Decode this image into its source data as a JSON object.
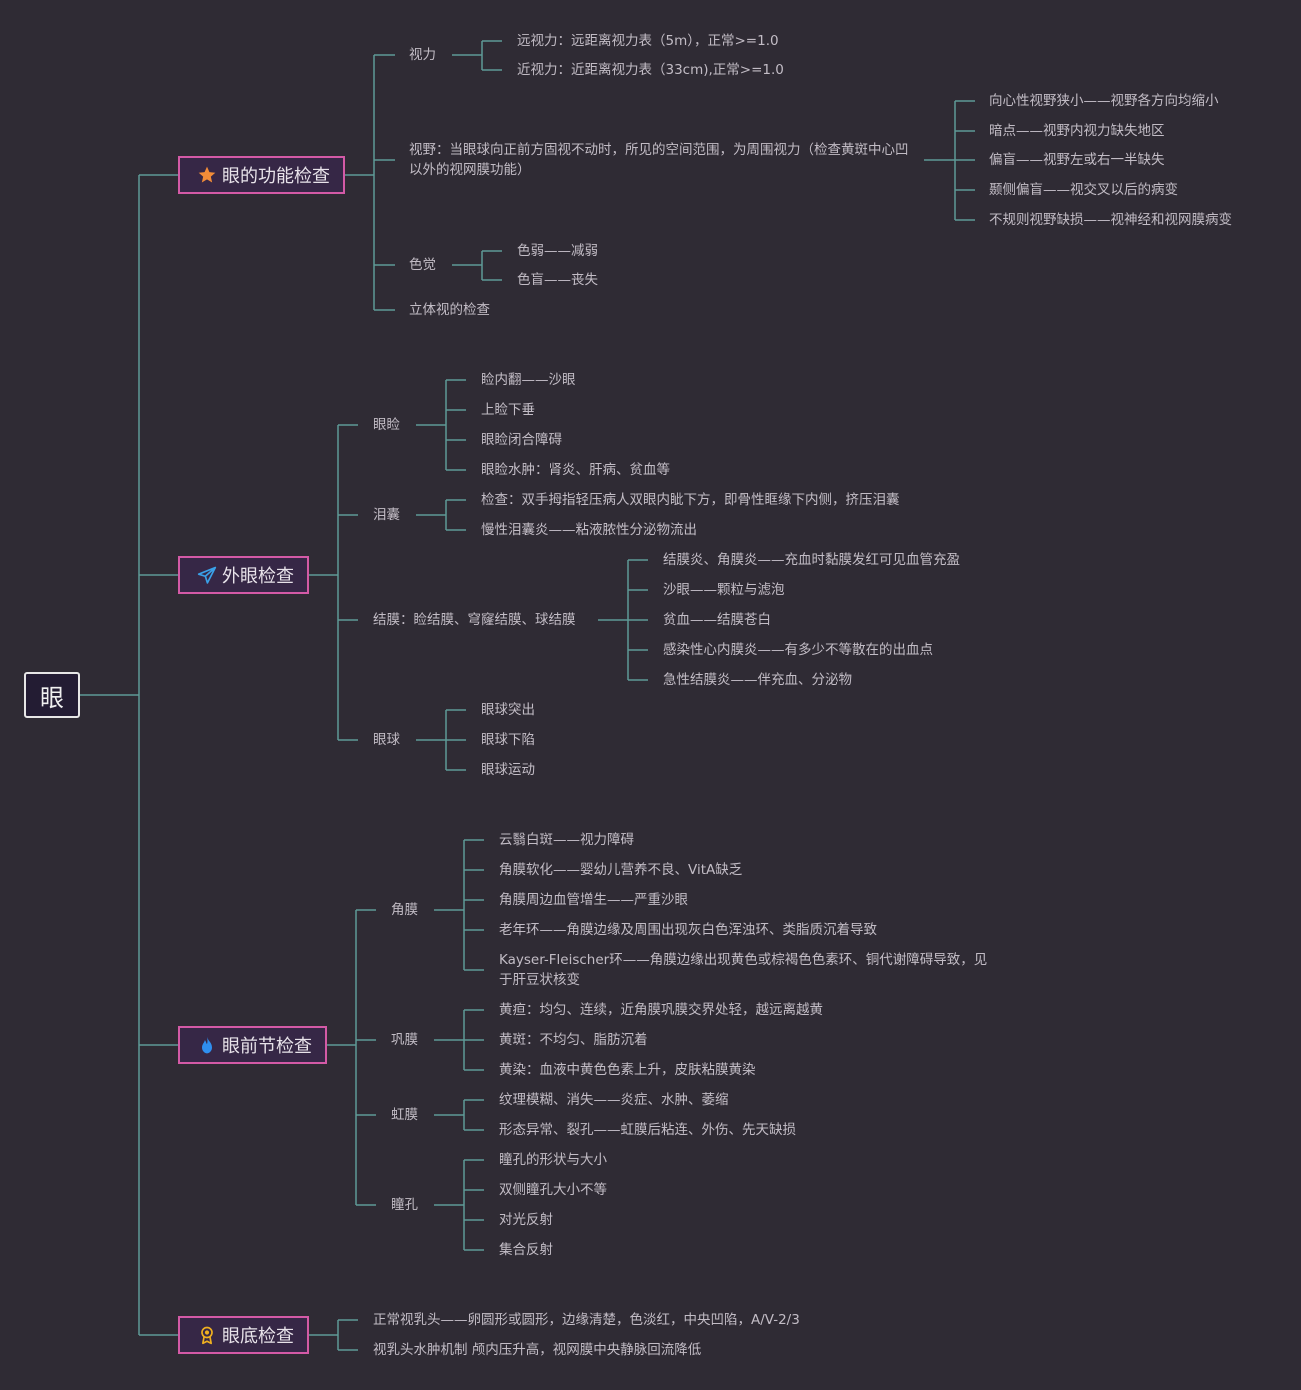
{
  "root": "眼",
  "branches": [
    {
      "label": "眼的功能检查",
      "icon": "star-icon",
      "icon_color": "#f28c38",
      "groups": [
        {
          "label": "视力",
          "children": [
            "远视力：远距离视力表（5m），正常>=1.0",
            "近视力：近距离视力表（33cm),正常>=1.0"
          ]
        },
        {
          "label": "视野：当眼球向正前方固视不动时，所见的空间范围，为周围视力（检查黄斑中心凹以外的视网膜功能）",
          "children": [
            "向心性视野狭小——视野各方向均缩小",
            "暗点——视野内视力缺失地区",
            "偏盲——视野左或右一半缺失",
            "颞侧偏盲——视交叉以后的病变",
            "不规则视野缺损——视神经和视网膜病变"
          ]
        },
        {
          "label": "色觉",
          "children": [
            "色弱——减弱",
            "色盲——丧失"
          ]
        },
        {
          "label": "立体视的检查",
          "children": []
        }
      ]
    },
    {
      "label": "外眼检查",
      "icon": "paper-plane-icon",
      "icon_color": "#3aa0e8",
      "groups": [
        {
          "label": "眼睑",
          "children": [
            "睑内翻——沙眼",
            "上睑下垂",
            "眼睑闭合障碍",
            "眼睑水肿：肾炎、肝病、贫血等"
          ]
        },
        {
          "label": "泪囊",
          "children": [
            "检查：双手拇指轻压病人双眼内眦下方，即骨性眶缘下内侧，挤压泪囊",
            "慢性泪囊炎——粘液脓性分泌物流出"
          ]
        },
        {
          "label": "结膜：睑结膜、穹窿结膜、球结膜",
          "children": [
            "结膜炎、角膜炎——充血时黏膜发红可见血管充盈",
            "沙眼——颗粒与滤泡",
            "贫血——结膜苍白",
            "感染性心内膜炎——有多少不等散在的出血点",
            "急性结膜炎——伴充血、分泌物"
          ]
        },
        {
          "label": "眼球",
          "children": [
            "眼球突出",
            "眼球下陷",
            "眼球运动"
          ]
        }
      ]
    },
    {
      "label": "眼前节检查",
      "icon": "flame-icon",
      "icon_color": "#2f8ff0",
      "groups": [
        {
          "label": "角膜",
          "children": [
            "云翳白斑——视力障碍",
            "角膜软化——婴幼儿营养不良、VitA缺乏",
            "角膜周边血管增生——严重沙眼",
            "老年环——角膜边缘及周围出现灰白色浑浊环、类脂质沉着导致",
            "Kayser-Fleischer环——角膜边缘出现黄色或棕褐色色素环、铜代谢障碍导致，见于肝豆状核变"
          ]
        },
        {
          "label": "巩膜",
          "children": [
            "黄疸：均匀、连续，近角膜巩膜交界处轻，越远离越黄",
            "黄斑：不均匀、脂肪沉着",
            "黄染：血液中黄色色素上升，皮肤粘膜黄染"
          ]
        },
        {
          "label": "虹膜",
          "children": [
            "纹理模糊、消失——炎症、水肿、萎缩",
            "形态异常、裂孔——虹膜后粘连、外伤、先天缺损"
          ]
        },
        {
          "label": "瞳孔",
          "children": [
            "瞳孔的形状与大小",
            "双侧瞳孔大小不等",
            "对光反射",
            "集合反射"
          ]
        }
      ]
    },
    {
      "label": "眼底检查",
      "icon": "award-ribbon-icon",
      "icon_color": "#f0b020",
      "groups": [
        {
          "label": "正常视乳头——卵圆形或圆形，边缘清楚，色淡红，中央凹陷，A/V-2/3",
          "children": []
        },
        {
          "label": "视乳头水肿机制 颅内压升高，视网膜中央静脉回流降低",
          "children": []
        }
      ]
    }
  ]
}
